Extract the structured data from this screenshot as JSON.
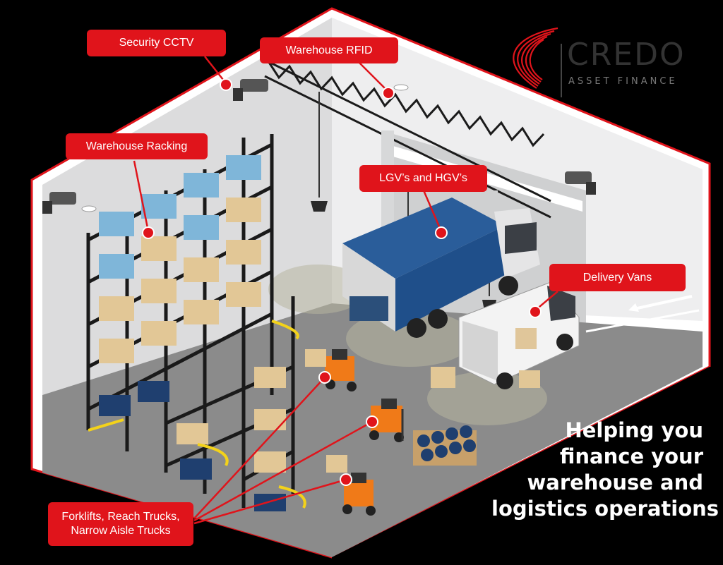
{
  "labels": {
    "security_cctv": "Security CCTV",
    "warehouse_rfid": "Warehouse RFID",
    "warehouse_racking": "Warehouse Racking",
    "lgv_hgv": "LGV’s and HGV’s",
    "delivery_vans": "Delivery Vans",
    "forklifts": [
      "Forklifts, Reach Trucks,",
      "Narrow Aisle Trucks"
    ]
  },
  "logo": {
    "name": "CREDO",
    "subtitle": "ASSET FINANCE"
  },
  "tagline": [
    "Helping you",
    "finance your",
    "warehouse and",
    "logistics operations"
  ],
  "colors": {
    "accent": "#e0141b",
    "background": "#000000",
    "floor": "#8b8b8b",
    "wall": "#e9e9ea",
    "rack": "#222222",
    "truck_cover": "#1f4f8a",
    "forklift": "#f07a18"
  }
}
